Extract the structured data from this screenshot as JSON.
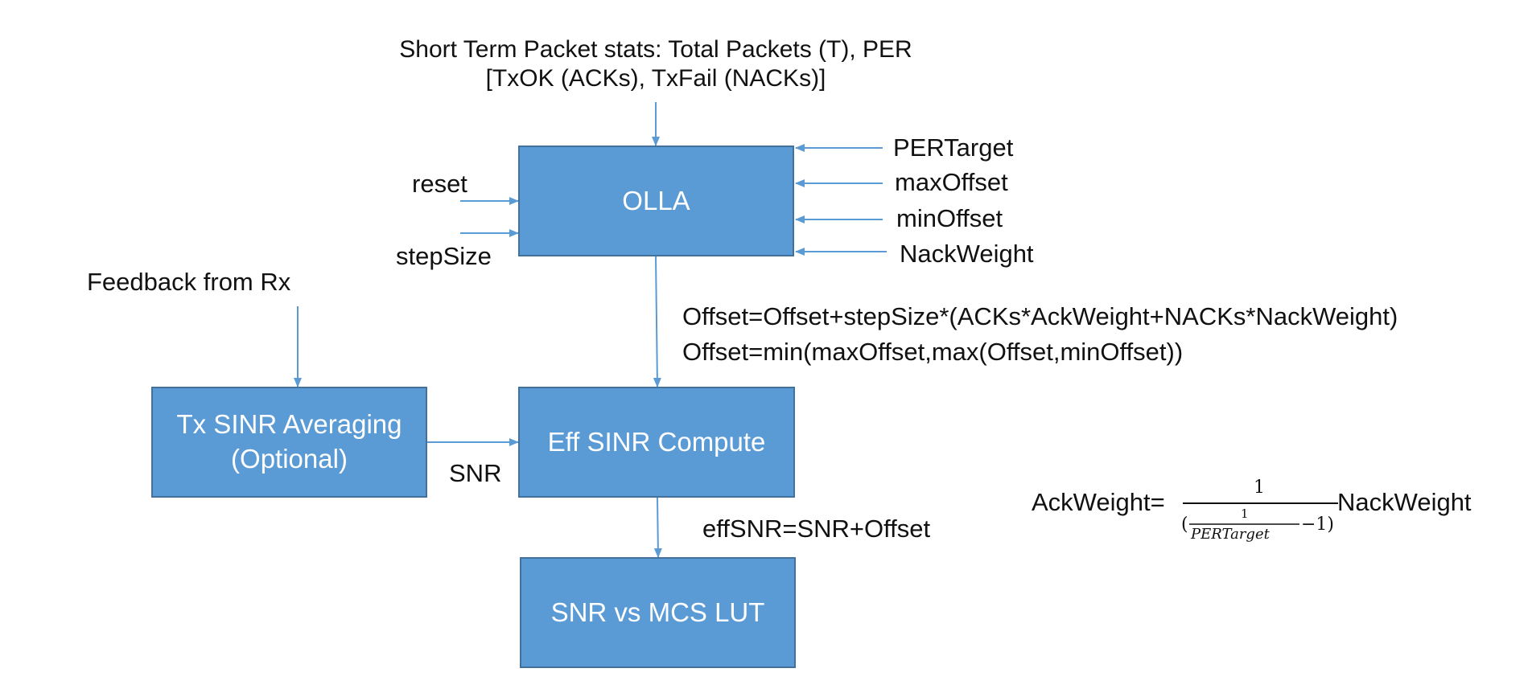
{
  "colors": {
    "box_fill": "#5b9bd5",
    "box_border": "#41719c",
    "arrow": "#5b9bd5",
    "text": "#111111"
  },
  "top_stats": {
    "line1": "Short Term Packet stats: Total Packets (T), PER",
    "line2": "[TxOK (ACKs), TxFail (NACKs)]"
  },
  "boxes": {
    "olla": "OLLA",
    "tx_sinr_line1": "Tx SINR Averaging",
    "tx_sinr_line2": "(Optional)",
    "eff_sinr": "Eff SINR Compute",
    "lut": "SNR vs MCS LUT"
  },
  "left_inputs": {
    "reset": "reset",
    "step_size": "stepSize"
  },
  "right_inputs": {
    "per_target": "PERTarget",
    "max_offset": "maxOffset",
    "min_offset": "minOffset",
    "nack_weight": "NackWeight"
  },
  "feedback": "Feedback from Rx",
  "snr_label": "SNR",
  "equations": {
    "offset_update": "Offset=Offset+stepSize*(ACKs*AckWeight+NACKs*NackWeight)",
    "offset_clamp": "Offset=min(maxOffset,max(Offset,minOffset))",
    "eff_snr": "effSNR=SNR+Offset"
  },
  "ack_weight": {
    "lhs": "AckWeight=",
    "numerator": "1",
    "inner_open": "(",
    "inner_numerator": "1",
    "inner_denominator": "PERTarget",
    "inner_tail": "−1)",
    "rhs": "NackWeight"
  }
}
